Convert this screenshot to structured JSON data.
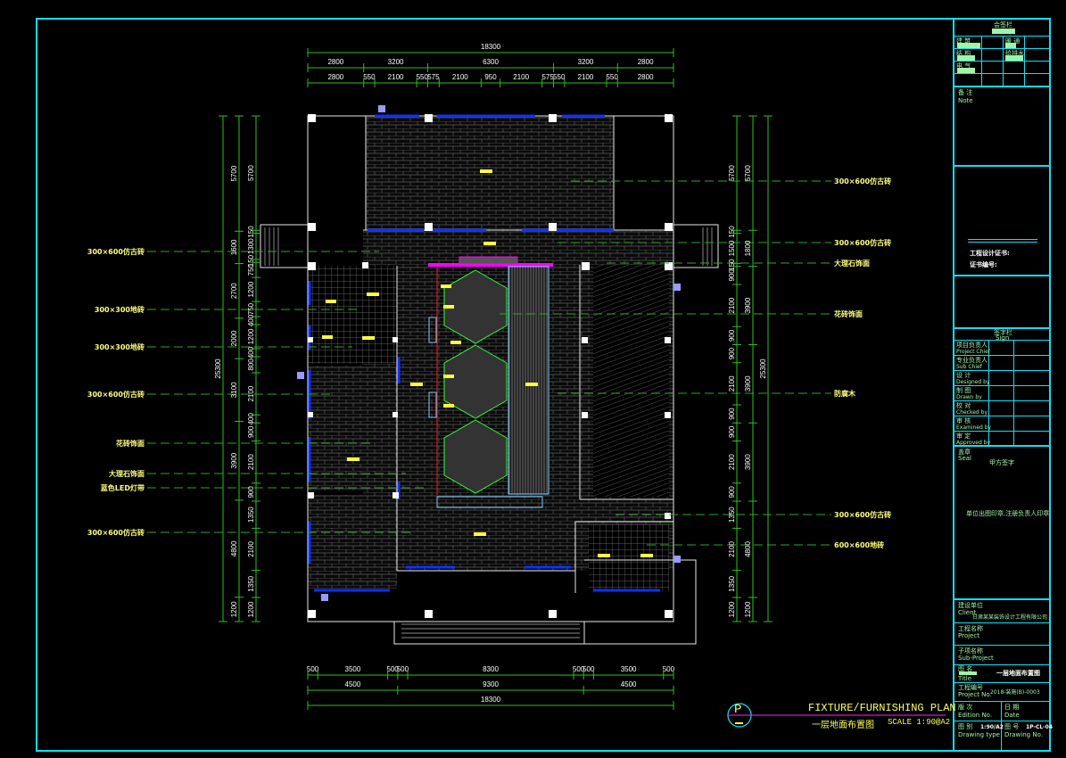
{
  "drawing": {
    "title_en": "FIXTURE/FURNISHING PLAN",
    "title_cn": "一层地面布置图",
    "scale": "SCALE 1:90@A2",
    "symbol_letter": "P"
  },
  "dimensions": {
    "top_total": [
      18300
    ],
    "top_row1": [
      2800,
      3200,
      6300,
      3200,
      2800
    ],
    "top_row2": [
      2800,
      550,
      2100,
      550,
      575,
      2100,
      950,
      2100,
      575,
      550,
      2100,
      550,
      2800
    ],
    "bottom_row1": [
      500,
      3500,
      500,
      500,
      8300,
      500,
      500,
      3500,
      500
    ],
    "bottom_row2": [
      4500,
      9300,
      4500
    ],
    "bottom_total": [
      18300
    ],
    "left_total": [
      25300
    ],
    "left_outer": [
      5700,
      1600,
      2700,
      2000,
      3100,
      3900,
      4800,
      1200
    ],
    "left_inner": [
      5700,
      150,
      1300,
      150,
      750,
      1200,
      750,
      400,
      1200,
      400,
      800,
      2100,
      400,
      900,
      2100,
      900,
      1350,
      2100,
      1350,
      1200
    ],
    "right_inner": [
      5700,
      150,
      1500,
      150,
      900,
      2100,
      900,
      900,
      2100,
      900,
      900,
      2100,
      900,
      1350,
      2100,
      1350,
      1200
    ],
    "right_outer": [
      5700,
      1800,
      3900,
      3900,
      3900,
      4800,
      1200
    ],
    "right_total": [
      25300
    ]
  },
  "labels": {
    "left": [
      "300×600仿古砖",
      "300×300地砖",
      "300×300地砖",
      "300×600仿古砖",
      "花砖饰面",
      "大理石饰面",
      "蓝色LED灯带",
      "300×600仿古砖"
    ],
    "right": [
      "300×600仿古砖",
      "300×600仿古砖",
      "大理石饰面",
      "花砖饰面",
      "防腐木",
      "300×600仿古砖",
      "600×600地砖"
    ]
  },
  "title_block": {
    "countersign": "会签栏",
    "disciplines": [
      "建 筑",
      "暖 通",
      "结 构",
      "给排水",
      "电 气"
    ],
    "note_cn": "备 注",
    "note_en": "Note",
    "cert_label": "工程设计证书:",
    "cert_no_label": "证书编号:",
    "sign_cn": "签字栏",
    "sign_en": "Sign",
    "roles": [
      {
        "cn": "项目负责人",
        "en": "Project Chief"
      },
      {
        "cn": "专业负责人",
        "en": "Sub Chief"
      },
      {
        "cn": "设 计",
        "en": "Designed by"
      },
      {
        "cn": "制 图",
        "en": "Drawn by"
      },
      {
        "cn": "校 对",
        "en": "Checked by"
      },
      {
        "cn": "审 核",
        "en": "Examined by"
      },
      {
        "cn": "审 定",
        "en": "Approved by"
      }
    ],
    "seal_cn": "盖章",
    "seal_en": "Seal",
    "client_sign": "甲方签字",
    "seal_note": "单位出图印章,注册负责人印章",
    "client_cn": "建设单位",
    "client_en": "Client",
    "client_value": "甘肃某某装饰设计工程有限公司",
    "project_cn": "工程名称",
    "project_en": "Project",
    "subproject_cn": "子项名称",
    "subproject_en": "Sub-Project",
    "title_cn": "图 名",
    "title_en": "Title",
    "title_value": "一层地面布置图",
    "projno_cn": "工程编号",
    "projno_en": "Project No.",
    "projno_value": "2018-装施(B)-0003",
    "edition_cn": "版 次",
    "edition_en": "Edition No.",
    "date_cn": "日 期",
    "date_en": "Date",
    "dtype_cn": "图 别",
    "dtype_en": "Drawing type",
    "dtype_value": "1:90/A2",
    "dno_cn": "图 号",
    "dno_en": "Drawing No.",
    "dno_value": "1P-CL-04"
  }
}
